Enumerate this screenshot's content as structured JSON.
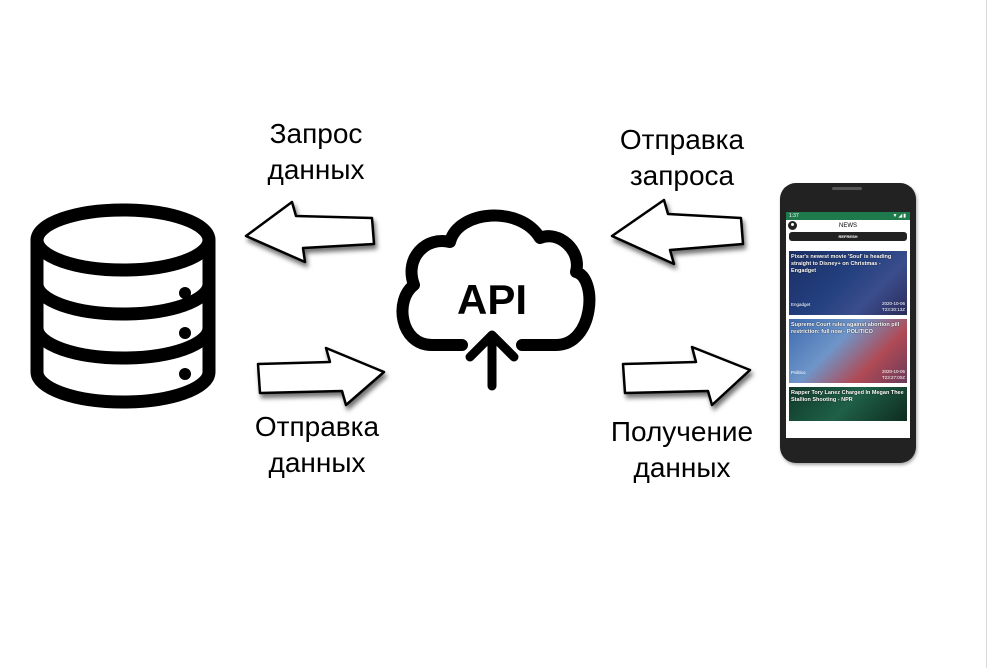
{
  "labels": {
    "request_data": [
      "Запрос",
      "данных"
    ],
    "send_data": [
      "Отправка",
      "данных"
    ],
    "send_request": [
      "Отправка",
      "запроса"
    ],
    "receive_data": [
      "Получение",
      "данных"
    ],
    "api": "API"
  },
  "phone": {
    "status_time": "1:37",
    "status_icons": "▼◢▮",
    "app_title": "NEWS",
    "refresh_label": "REFRESH",
    "news": [
      {
        "title": "Pixar's newest movie 'Soul' is heading straight to Disney+ on Christmas - Engadget",
        "source": "Engadget",
        "date": "2020-10-06 T23:30:13Z"
      },
      {
        "title": "Supreme Court rules against abortion pill restriction: full now - POLITICO",
        "source": "Politico",
        "date": "2020-10-05 T23:27:00Z"
      },
      {
        "title": "Rapper Tory Lanez Charged In Megan Thee Stallion Shooting - NPR",
        "source": "",
        "date": ""
      }
    ]
  },
  "colors": {
    "stroke": "#000000",
    "status_bar": "#1e7a4d"
  }
}
